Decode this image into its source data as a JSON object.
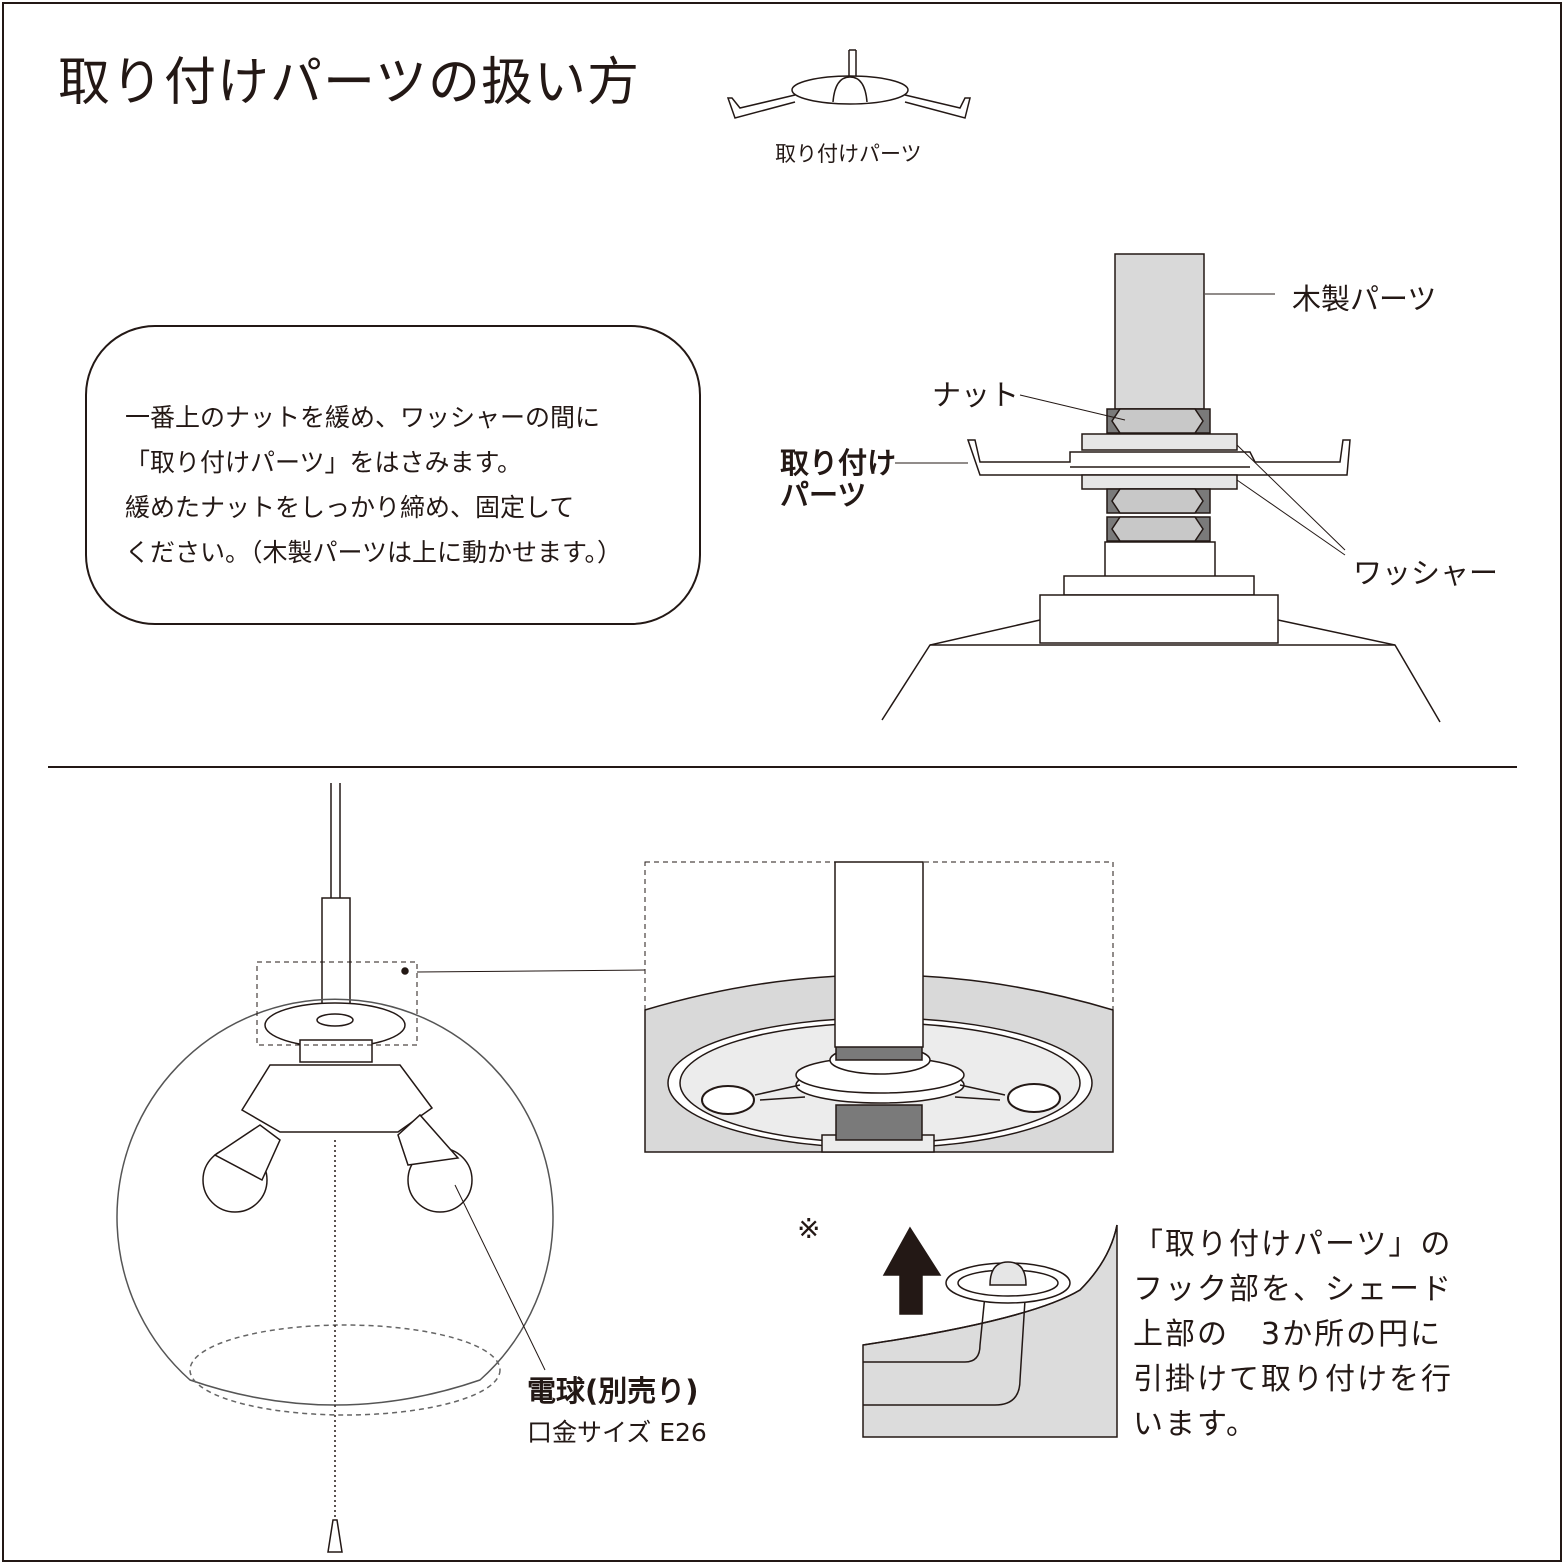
{
  "title": "取り付けパーツの扱い方",
  "part_caption": "取り付けパーツ",
  "instructions": [
    "一番上のナットを緩め、ワッシャーの間に",
    "「取り付けパーツ」をはさみます。",
    "緩めたナットをしっかり締め、固定して",
    "ください。（木製パーツは上に動かせます。）"
  ],
  "labels": {
    "wood": "木製パーツ",
    "nut": "ナット",
    "part_line1": "取り付け",
    "part_line2": "パーツ",
    "washer": "ワッシャー",
    "bulb": "電球(別売り)",
    "socket": "口金サイズ E26",
    "asterisk": "※"
  },
  "hook_note": [
    "「取り付けパーツ」の",
    "フック部を、シェード",
    "上部の　3か所の円に",
    "引掛けて取り付けを行",
    "います。"
  ]
}
